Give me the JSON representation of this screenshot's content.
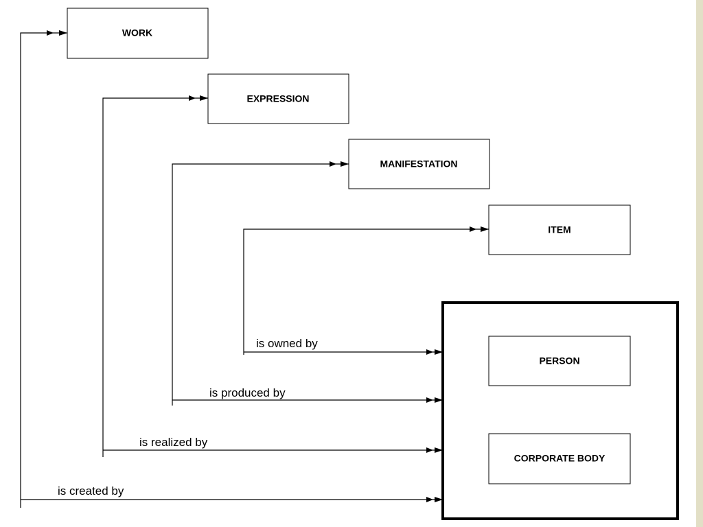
{
  "colors": {
    "background": "#ffffff",
    "stroke": "#000000",
    "right_border": "#e2dfc6"
  },
  "entities": {
    "work": "WORK",
    "expression": "EXPRESSION",
    "manifestation": "MANIFESTATION",
    "item": "ITEM",
    "person": "PERSON",
    "corporate_body": "CORPORATE BODY"
  },
  "relationships": {
    "owned": "is owned by",
    "produced": "is produced by",
    "realized": "is realized by",
    "created": "is created by"
  }
}
